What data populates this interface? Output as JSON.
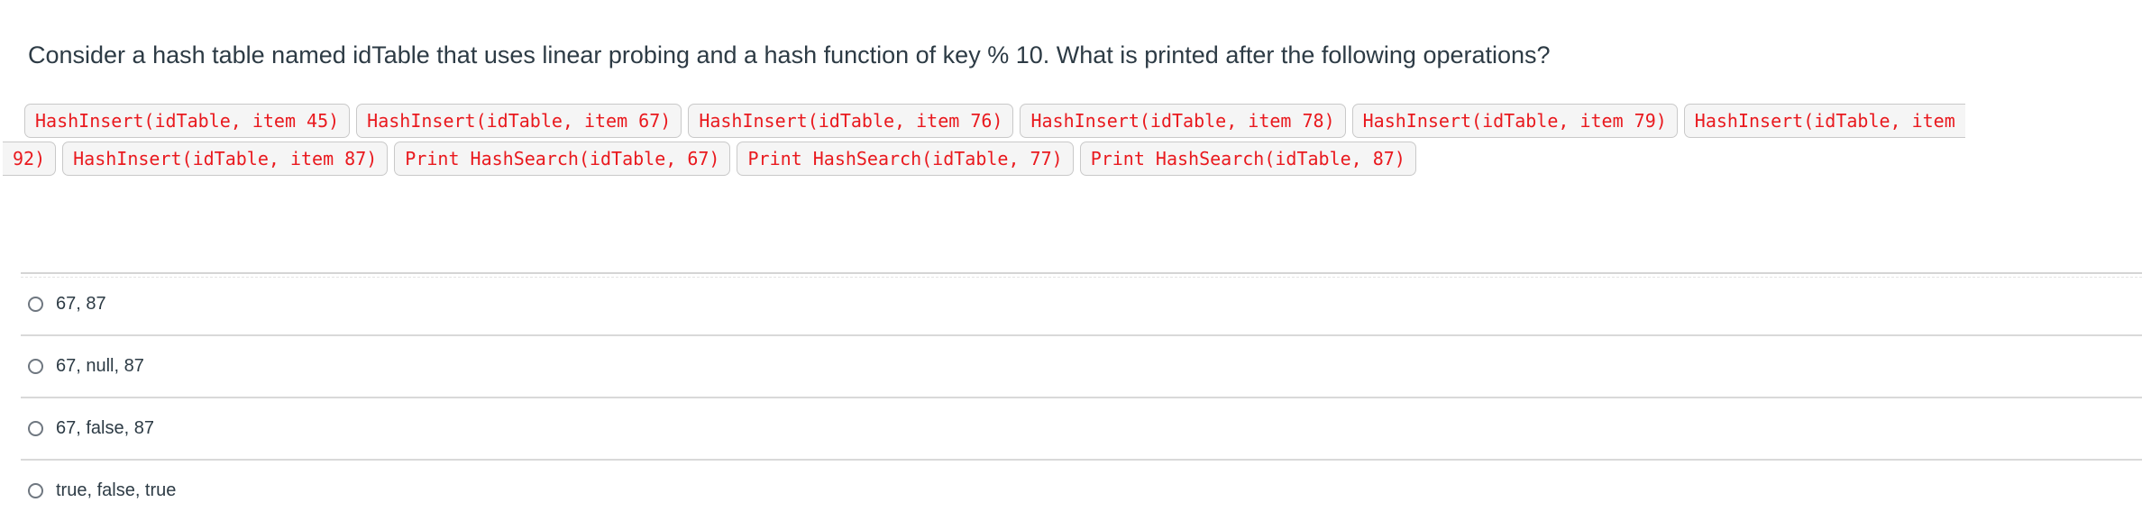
{
  "question": {
    "text": "Consider a hash table named idTable that uses linear probing and a hash function of key % 10. What is printed after the following operations?"
  },
  "code_rows": [
    {
      "chips": [
        "HashInsert(idTable, item 45)",
        "HashInsert(idTable, item 67)",
        "HashInsert(idTable, item 76)",
        "HashInsert(idTable, item 78)",
        "HashInsert(idTable, item 79)",
        "HashInsert(idTable, item"
      ]
    },
    {
      "chips": [
        "92)",
        "HashInsert(idTable, item 87)",
        "Print HashSearch(idTable, 67)",
        "Print HashSearch(idTable, 77)",
        "Print HashSearch(idTable, 87)"
      ]
    }
  ],
  "options": [
    {
      "label": "67, 87",
      "selected": false
    },
    {
      "label": "67, null, 87",
      "selected": false
    },
    {
      "label": "67, false, 87",
      "selected": false
    },
    {
      "label": "true, false, true",
      "selected": false
    }
  ],
  "colors": {
    "code_text": "#e9191e",
    "code_chip_background": "#f5f5f5",
    "code_chip_border": "#c9c9c9",
    "body_text": "#2D3B45",
    "divider": "#d9d9d9",
    "radio_border": "#6f7780"
  }
}
